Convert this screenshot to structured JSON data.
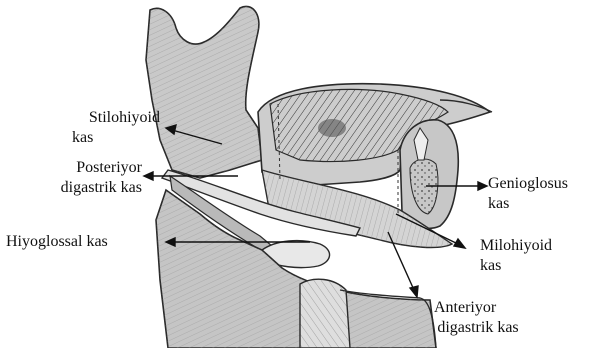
{
  "labels": {
    "stylohyoid": [
      "Stilohiyoid",
      "kas"
    ],
    "posterior_digastric": [
      "Posteriyor",
      "digastrik kas"
    ],
    "hyoglossus": "Hiyoglossal kas",
    "genioglossus": [
      "Genioglosus",
      "kas"
    ],
    "mylohyoid": [
      "Milohiyoid",
      "kas"
    ],
    "anterior_digastric": [
      "Anteriyor",
      "digastrik kas"
    ]
  },
  "colors": {
    "tissue": "#cfcfcf",
    "tissue_dark": "#9a9a9a",
    "outline": "#2a2a2a",
    "text": "#111111"
  }
}
